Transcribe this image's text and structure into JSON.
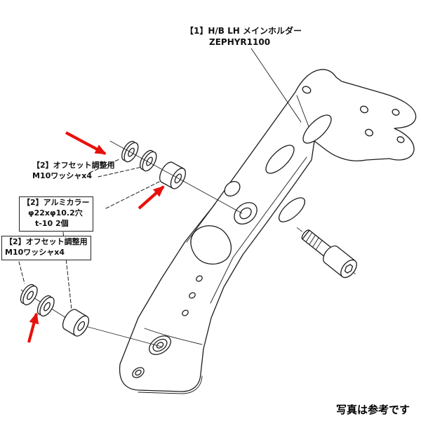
{
  "labels": {
    "part_main": {
      "line1": "【1】H/B LH メインホルダー",
      "line2": "ZEPHYR1100"
    },
    "washers_top": {
      "line1": "【2】オフセット調整用",
      "line2": "M10ワッシャx4"
    },
    "collar": {
      "line1": "【2】アルミカラー",
      "line2": "φ22xφ10.2穴",
      "line3": "t-10 2個"
    },
    "washers_bottom": {
      "line1": "【2】オフセット調整用",
      "line2": "M10ワッシャx4"
    },
    "footer_note": "写真は参考です"
  },
  "colors": {
    "line": "#1c1c1c",
    "arrow_red": "#e8100c",
    "background": "#ffffff"
  }
}
